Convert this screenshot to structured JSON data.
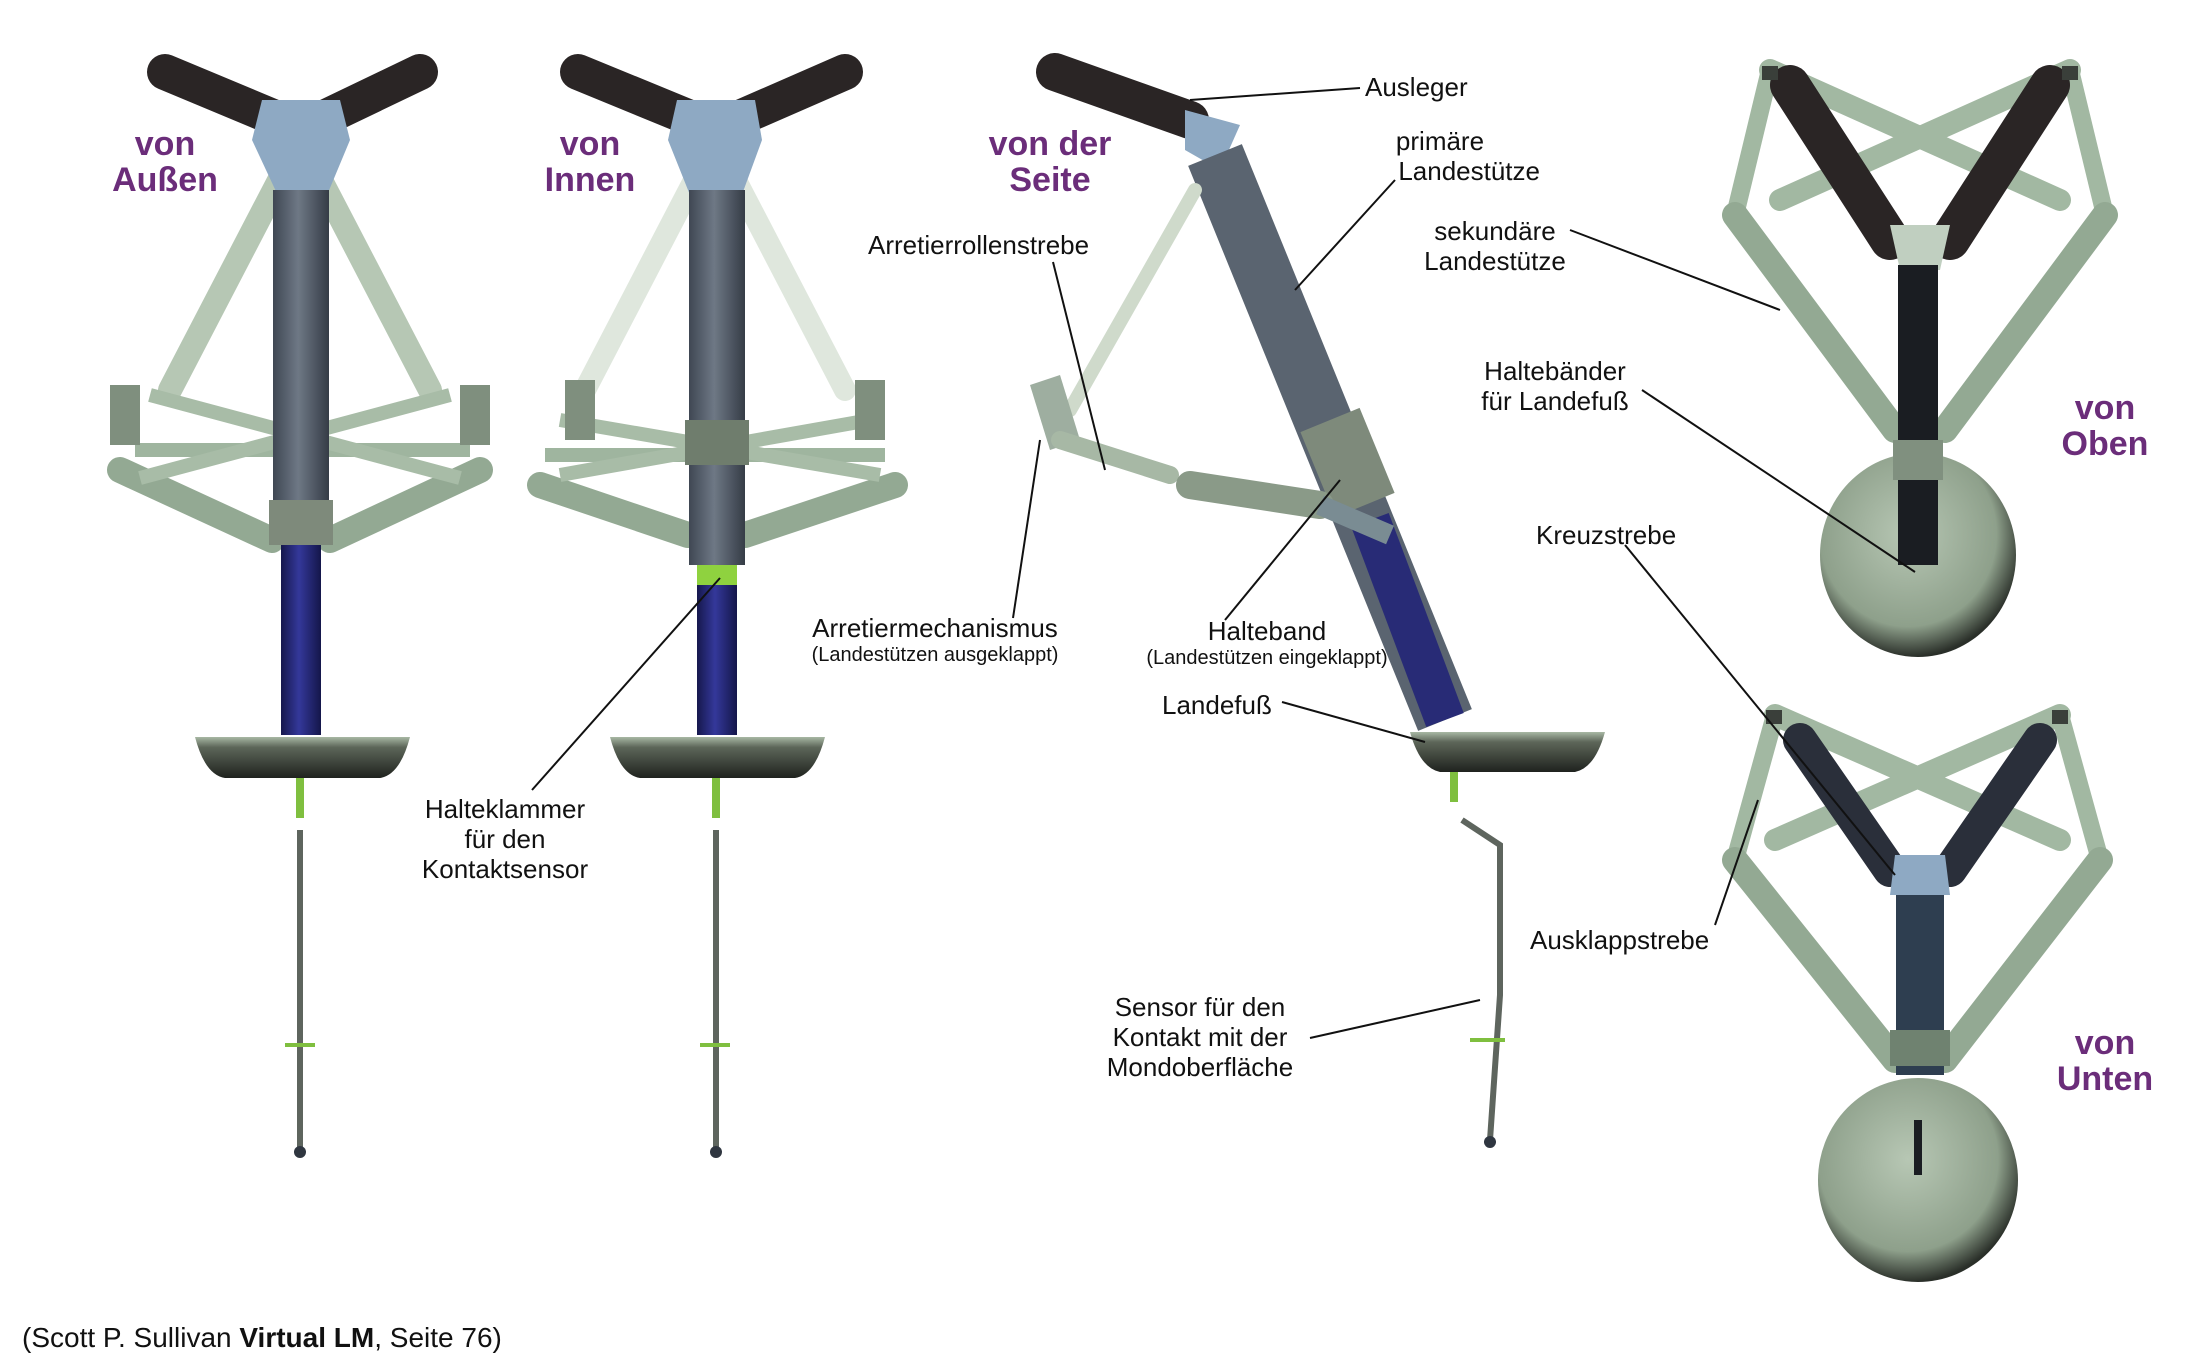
{
  "views": {
    "aussen": [
      "von",
      "Außen"
    ],
    "innen": [
      "von",
      "Innen"
    ],
    "seite": [
      "von der",
      "Seite"
    ],
    "oben": [
      "von",
      "Oben"
    ],
    "unten": [
      "von",
      "Unten"
    ]
  },
  "labels": {
    "ausleger": "Ausleger",
    "primaere": [
      "primäre",
      "Landestütze"
    ],
    "arretierrollenstrebe": "Arretierrollenstrebe",
    "sekundaere": [
      "sekundäre",
      "Landestütze"
    ],
    "haltebaender": [
      "Haltebänder",
      "für Landefuß"
    ],
    "kreuzstrebe": "Kreuzstrebe",
    "arretiermechanismus": "Arretiermechanismus",
    "arretier_sub": "(Landestützen ausgeklappt)",
    "halteband": "Halteband",
    "halteband_sub": "(Landestützen eingeklappt)",
    "landefuss": "Landefuß",
    "halteklammer": [
      "Halteklammer",
      "für den",
      "Kontaktsensor"
    ],
    "ausklappstrebe": "Ausklappstrebe",
    "sensor": [
      "Sensor für den",
      "Kontakt mit der",
      "Mondoberfläche"
    ]
  },
  "credit": {
    "prefix": "(Scott P. Sullivan ",
    "title": "Virtual LM",
    "suffix": ", Seite 76)"
  },
  "colors": {
    "view_label": "#6b2d7a",
    "strut": "#a9c0a8",
    "strut_dark": "#7f977f",
    "primary_tube": "#56606c",
    "primary_lower": "#23266e",
    "arm": "#2a2525",
    "hub": "#8aa7c2",
    "pad": "#2c302b",
    "pad_top": "#9fb19c"
  }
}
